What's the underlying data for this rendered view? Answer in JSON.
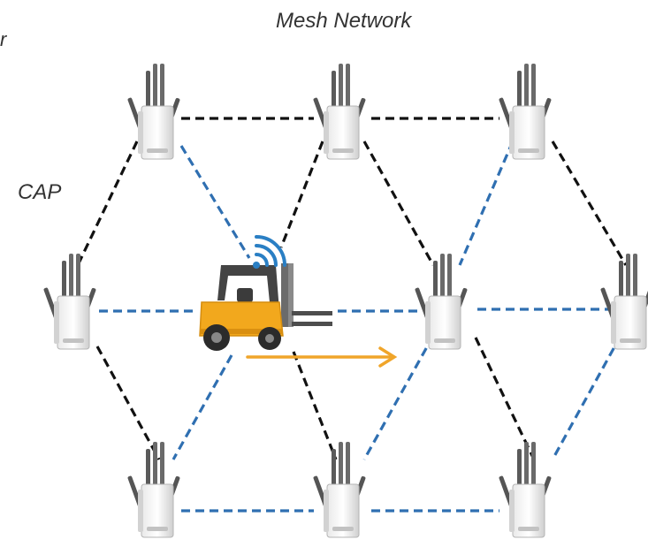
{
  "diagram": {
    "title": "Mesh Network",
    "node_label": "CAP",
    "corner_mark": "r",
    "colors": {
      "black_link": "#111111",
      "blue_link": "#2f6fb1",
      "arrow": "#f0a52a",
      "forklift_body": "#f2a81d",
      "wifi": "#2a7fc4"
    },
    "icons": {
      "node": "access-point-icon",
      "vehicle": "forklift-icon",
      "signal": "wifi-signal-icon"
    }
  }
}
